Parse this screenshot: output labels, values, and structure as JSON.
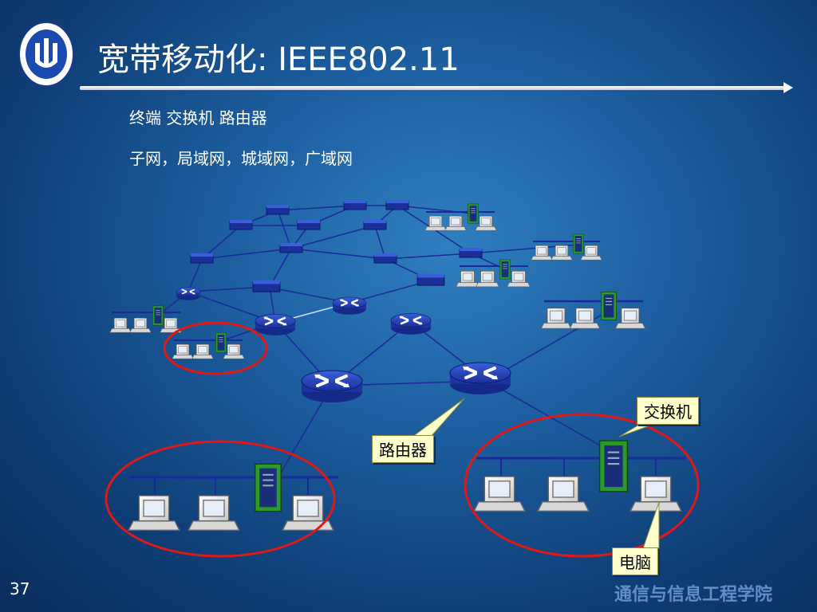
{
  "slide": {
    "title": "宽带移动化:  IEEE802.11",
    "bullets": [
      "终端 交换机 路由器",
      "子网，局域网，城域网，广域网"
    ],
    "page_number": "37",
    "footer": "通信与信息工程学院"
  },
  "callouts": {
    "switch_label": "交换机",
    "router_label": "路由器",
    "computer_label": "电脑"
  },
  "colors": {
    "highlight_ellipse": "#e01818",
    "link_line": "#1a2a9a",
    "callout_fill": "#ffffcc"
  },
  "icons": [
    "university-logo-icon",
    "router-icon",
    "switch-icon",
    "computer-icon",
    "server-icon"
  ]
}
